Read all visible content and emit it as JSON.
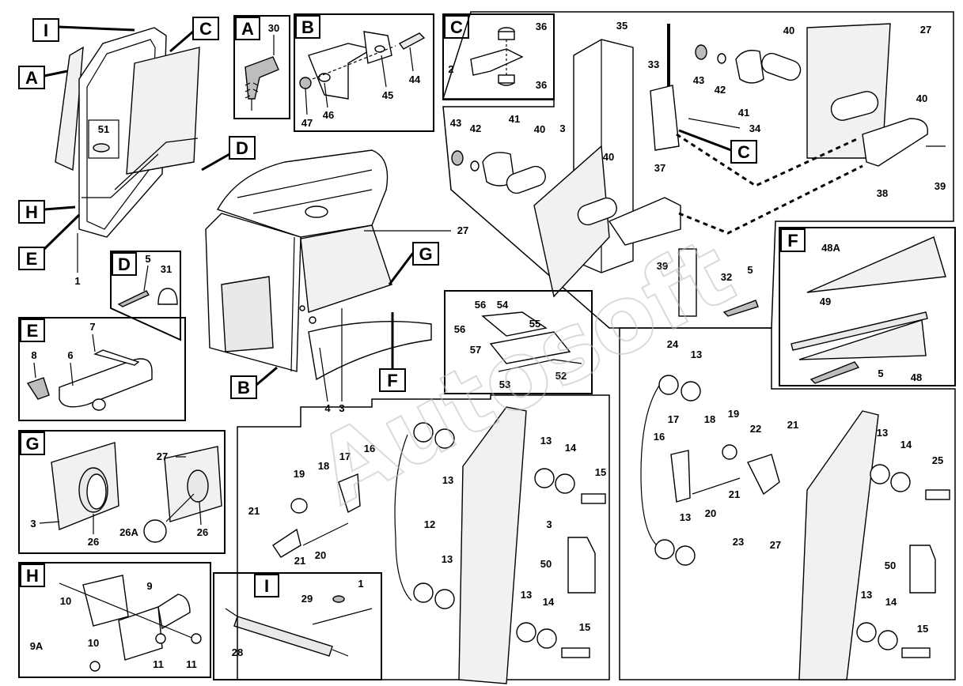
{
  "watermark": "Autosoft",
  "section_tags": {
    "I_top": "I",
    "A_top": "A",
    "C_top": "C",
    "D_top": "D",
    "H_left": "H",
    "E_left": "E",
    "B_bottom": "B",
    "G_mid": "G",
    "F_mid": "F",
    "C_right": "C",
    "box_A": "A",
    "box_B": "B",
    "box_C": "C",
    "box_D": "D",
    "box_E": "E",
    "box_F": "F",
    "box_G": "G",
    "box_H": "H",
    "box_I": "I"
  },
  "labels": {
    "main_1": "1",
    "main_51": "51",
    "main_27": "27",
    "main_4": "4",
    "main_3": "3",
    "a_30": "30",
    "b_45": "45",
    "b_44": "44",
    "b_47": "47",
    "b_46": "46",
    "c_36a": "36",
    "c_2": "2",
    "c_36b": "36",
    "d_5": "5",
    "d_31": "31",
    "e_7": "7",
    "e_8": "8",
    "e_6": "6",
    "g_27": "27",
    "g_3": "3",
    "g_26a": "26",
    "g_26b": "26",
    "g_26A": "26A",
    "h_9": "9",
    "h_10a": "10",
    "h_9A": "9A",
    "h_10b": "10",
    "h_11a": "11",
    "h_11b": "11",
    "i_29": "29",
    "i_1": "1",
    "i_28": "28",
    "r_35": "35",
    "r_27": "27",
    "r_33": "33",
    "r_40a": "40",
    "r_43a": "43",
    "r_42a": "42",
    "r_41a": "41",
    "r_40b": "40",
    "r_34": "34",
    "r_43b": "43",
    "r_42b": "42",
    "r_41b": "41",
    "r_40c": "40",
    "r_3": "3",
    "r_40d": "40",
    "r_37": "37",
    "r_38": "38",
    "r_39a": "39",
    "r_39b": "39",
    "r_32": "32",
    "r_5": "5",
    "f_48A": "48A",
    "f_49": "49",
    "f_5": "5",
    "f_48": "48",
    "k_56a": "56",
    "k_54": "54",
    "k_55": "55",
    "k_56b": "56",
    "k_57": "57",
    "k_53": "53",
    "k_52": "52",
    "l_19": "19",
    "l_18": "18",
    "l_17": "17",
    "l_16": "16",
    "l_21a": "21",
    "l_21b": "21",
    "l_20": "20",
    "l_12": "12",
    "l_13a": "13",
    "l_13b": "13",
    "l_14a": "14",
    "l_15a": "15",
    "l_3": "3",
    "l_13c": "13",
    "l_50": "50",
    "l_13d": "13",
    "l_14b": "14",
    "l_15b": "15",
    "m_24": "24",
    "m_13a": "13",
    "m_17": "17",
    "m_18": "18",
    "m_19": "19",
    "m_16": "16",
    "m_22": "22",
    "m_21a": "21",
    "m_20": "20",
    "m_21b": "21",
    "m_23": "23",
    "m_13b": "13",
    "m_14a": "14",
    "m_25": "25",
    "m_13c": "13",
    "m_27": "27",
    "m_50": "50",
    "m_13d": "13",
    "m_14b": "14",
    "m_15": "15"
  }
}
